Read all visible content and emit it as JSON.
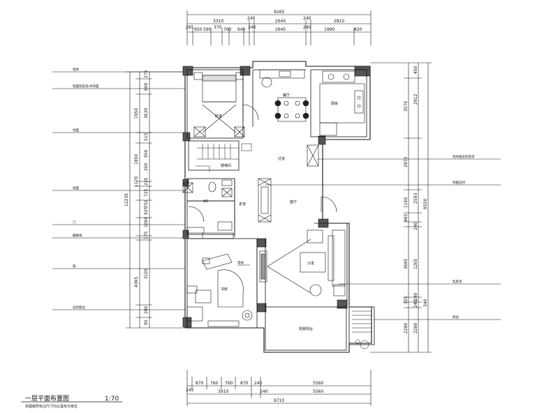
{
  "title": {
    "name": "一层平面布置图",
    "scale": "1:70",
    "note": "本图纸所标注尺寸均以毫米为单位"
  },
  "top_dims": {
    "overall": "9265",
    "row2": [
      "3310",
      "240",
      "2645",
      "240",
      "2810"
    ],
    "row3": [
      "265",
      "950",
      "590",
      "370",
      "760",
      "645",
      "240",
      "2645",
      "240",
      "1990",
      "820"
    ]
  },
  "bottom_dims": {
    "row1": [
      "245",
      "870",
      "760",
      "760",
      "870",
      "245",
      "5560"
    ],
    "row2": [
      "3910",
      "240",
      "5560"
    ],
    "overall": "9710"
  },
  "left_dims": {
    "overall": "12235",
    "row1": [
      "275",
      "800",
      "3630",
      "515",
      "1850",
      "220",
      "725",
      "925",
      "175",
      "4365",
      "3105",
      "280",
      "95"
    ],
    "row2": [
      "1950",
      "1170",
      "200",
      "950",
      "750",
      "1060"
    ]
  },
  "right_dims": {
    "overall": "9550",
    "row1": [
      "450",
      "2912",
      "2970",
      "2593",
      "465",
      "240",
      "1205",
      "240",
      "240",
      "2280"
    ],
    "row2": [
      "3570",
      "1160",
      "3695",
      "355",
      "2280",
      "340"
    ]
  },
  "rooms": {
    "bedroom": "卧室",
    "dining": "餐厅",
    "kitchen": "厨房",
    "hall": "过道",
    "stairs": "楼梯间",
    "toilet": "AD",
    "corridor": "走道",
    "living": "客厅",
    "sofa": "沙发",
    "study": "书房",
    "balcony": "观景阳台"
  },
  "annotations": {
    "left": [
      "墙体",
      "墙面乳胶漆/木饰面",
      "地面",
      "墙面",
      "门",
      "踢脚线",
      "窗",
      "石材窗台"
    ],
    "right": [
      "墙体面层乳胶漆",
      "地面石材",
      "乳胶漆",
      "阳台"
    ],
    "mid": "电视"
  }
}
